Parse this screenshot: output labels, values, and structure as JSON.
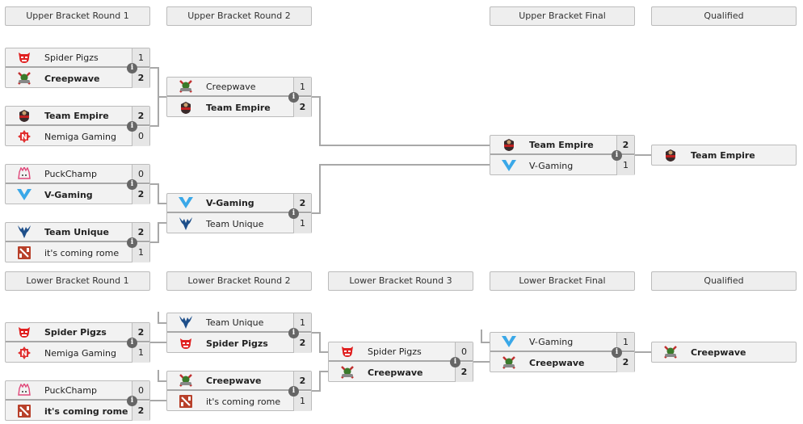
{
  "upper": {
    "headers": [
      "Upper Bracket Round 1",
      "Upper Bracket Round 2",
      "Upper Bracket Final",
      "Qualified"
    ],
    "round1": [
      {
        "teams": [
          {
            "name": "Spider Pigzs",
            "logo": "spider-pigzs-logo",
            "score": "1",
            "winner": false
          },
          {
            "name": "Creepwave",
            "logo": "creepwave-logo",
            "score": "2",
            "winner": true
          }
        ]
      },
      {
        "teams": [
          {
            "name": "Team Empire",
            "logo": "team-empire-logo",
            "score": "2",
            "winner": true
          },
          {
            "name": "Nemiga Gaming",
            "logo": "nemiga-gaming-logo",
            "score": "0",
            "winner": false
          }
        ]
      },
      {
        "teams": [
          {
            "name": "PuckChamp",
            "logo": "puckchamp-logo",
            "score": "0",
            "winner": false
          },
          {
            "name": "V-Gaming",
            "logo": "v-gaming-logo",
            "score": "2",
            "winner": true
          }
        ]
      },
      {
        "teams": [
          {
            "name": "Team Unique",
            "logo": "team-unique-logo",
            "score": "2",
            "winner": true
          },
          {
            "name": "it's coming rome",
            "logo": "dota-logo",
            "score": "1",
            "winner": false
          }
        ]
      }
    ],
    "round2": [
      {
        "teams": [
          {
            "name": "Creepwave",
            "logo": "creepwave-logo",
            "score": "1",
            "winner": false
          },
          {
            "name": "Team Empire",
            "logo": "team-empire-logo",
            "score": "2",
            "winner": true
          }
        ]
      },
      {
        "teams": [
          {
            "name": "V-Gaming",
            "logo": "v-gaming-logo",
            "score": "2",
            "winner": true
          },
          {
            "name": "Team Unique",
            "logo": "team-unique-logo",
            "score": "1",
            "winner": false
          }
        ]
      }
    ],
    "final": [
      {
        "teams": [
          {
            "name": "Team Empire",
            "logo": "team-empire-logo",
            "score": "2",
            "winner": true
          },
          {
            "name": "V-Gaming",
            "logo": "v-gaming-logo",
            "score": "1",
            "winner": false
          }
        ]
      }
    ],
    "qualified": {
      "name": "Team Empire",
      "logo": "team-empire-logo"
    }
  },
  "lower": {
    "headers": [
      "Lower Bracket Round 1",
      "Lower Bracket Round 2",
      "Lower Bracket Round 3",
      "Lower Bracket Final",
      "Qualified"
    ],
    "round1": [
      {
        "teams": [
          {
            "name": "Spider Pigzs",
            "logo": "spider-pigzs-logo",
            "score": "2",
            "winner": true
          },
          {
            "name": "Nemiga Gaming",
            "logo": "nemiga-gaming-logo",
            "score": "1",
            "winner": false
          }
        ]
      },
      {
        "teams": [
          {
            "name": "PuckChamp",
            "logo": "puckchamp-logo",
            "score": "0",
            "winner": false
          },
          {
            "name": "it's coming rome",
            "logo": "dota-logo",
            "score": "2",
            "winner": true
          }
        ]
      }
    ],
    "round2": [
      {
        "teams": [
          {
            "name": "Team Unique",
            "logo": "team-unique-logo",
            "score": "1",
            "winner": false
          },
          {
            "name": "Spider Pigzs",
            "logo": "spider-pigzs-logo",
            "score": "2",
            "winner": true
          }
        ]
      },
      {
        "teams": [
          {
            "name": "Creepwave",
            "logo": "creepwave-logo",
            "score": "2",
            "winner": true
          },
          {
            "name": "it's coming rome",
            "logo": "dota-logo",
            "score": "1",
            "winner": false
          }
        ]
      }
    ],
    "round3": [
      {
        "teams": [
          {
            "name": "Spider Pigzs",
            "logo": "spider-pigzs-logo",
            "score": "0",
            "winner": false
          },
          {
            "name": "Creepwave",
            "logo": "creepwave-logo",
            "score": "2",
            "winner": true
          }
        ]
      }
    ],
    "final": [
      {
        "teams": [
          {
            "name": "V-Gaming",
            "logo": "v-gaming-logo",
            "score": "1",
            "winner": false
          },
          {
            "name": "Creepwave",
            "logo": "creepwave-logo",
            "score": "2",
            "winner": true
          }
        ]
      }
    ],
    "qualified": {
      "name": "Creepwave",
      "logo": "creepwave-logo"
    }
  },
  "info_glyph": "i",
  "colors": {
    "connector": "#a8a8a8",
    "box_bg": "#f2f2f2",
    "score_bg": "#e6e6e6",
    "border": "#bbbbbb",
    "info": "#666666"
  }
}
